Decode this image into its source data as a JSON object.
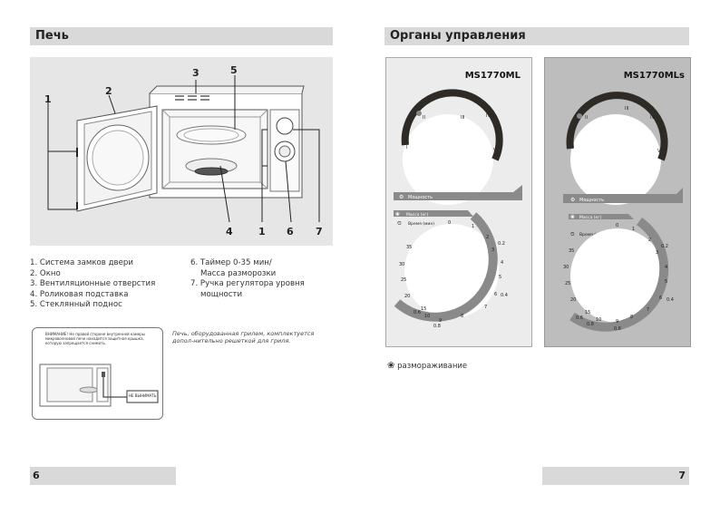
{
  "left": {
    "title": "Печь",
    "callouts": [
      "1",
      "2",
      "3",
      "5",
      "4",
      "1",
      "6",
      "7"
    ],
    "legend_col1": [
      "1. Система замков двери",
      "2. Окно",
      "3. Вентиляционные отверстия",
      "4. Роликовая подставка",
      "5. Стеклянный поднос"
    ],
    "legend_col2": [
      "6. Таймер 0-35 мин/",
      "Масса разморозки",
      "7. Ручка регулятора уровня",
      "мощности"
    ],
    "note_box_text": "ВНИМАНИЕ! Не правой стороне внутренней камеры микроволновой печи находится защитная крышка, которую запрещается снимать.",
    "note_box_label": "НЕ ВЫНИМАТЬ",
    "grill_note": "Печь, оборудованная грилем, комплектуется допол-нительно решеткой для гриля.",
    "page_number": "6"
  },
  "right": {
    "title": "Органы управления",
    "panel1_model": "MS1770ML",
    "panel2_model": "MS1770MLs",
    "power_label": "Мощность",
    "weight_label": "Масса (кг)",
    "time_label": "Время (мин)",
    "defrost_legend": "размораживание",
    "page_number": "7"
  },
  "colors": {
    "header_bg": "#d9d9d9",
    "diagram_bg": "#e6e6e6",
    "panel1_bg": "#ececec",
    "panel2_bg": "#bdbdbd",
    "arc_dark": "#2e2a26",
    "arc_gray": "#8a8a8a"
  }
}
